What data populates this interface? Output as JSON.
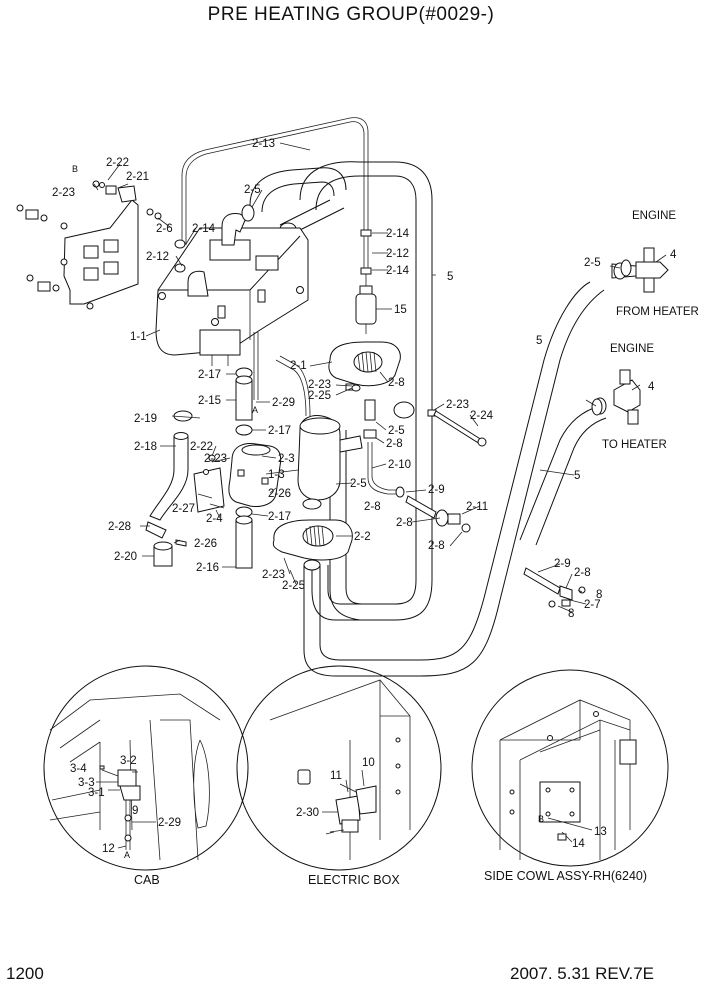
{
  "title": "PRE HEATING GROUP(#0029-)",
  "footer": {
    "page": "1200",
    "date": "2007. 5.31  REV.7E"
  },
  "captions": {
    "cab": "CAB",
    "electric_box": "ELECTRIC BOX",
    "side_cowl": "SIDE COWL ASSY-RH(6240)"
  },
  "text_labels": {
    "engine_top": "ENGINE",
    "from_heater": "FROM HEATER",
    "engine_bottom": "ENGINE",
    "to_heater": "TO HEATER"
  },
  "labels": {
    "p2_13": "2-13",
    "p2_22a": "2-22",
    "p2_21": "2-21",
    "pB1": "B",
    "p2_23a": "2-23",
    "p2_6": "2-6",
    "p2_14a": "2-14",
    "p2_12a": "2-12",
    "p2_5a": "2-5",
    "p2_14b": "2-14",
    "p2_12b": "2-12",
    "p2_14c": "2-14",
    "p5a": "5",
    "p15": "15",
    "p2_5b": "2-5",
    "p4a": "4",
    "p1_1": "1-1",
    "p2_1": "2-1",
    "p2_17a": "2-17",
    "p2_23b": "2-23",
    "p2_25a": "2-25",
    "p2_8a": "2-8",
    "p5b": "5",
    "p2_15": "2-15",
    "p2_29a": "2-29",
    "pA1": "A",
    "p2_19": "2-19",
    "p2_17b": "2-17",
    "p2_23c": "2-23",
    "p2_24": "2-24",
    "p2_5c": "2-5",
    "p2_8b": "2-8",
    "p2_18": "2-18",
    "p2_22b": "2-22",
    "p2_3": "2-3",
    "p2_23d": "2-23",
    "p1_3": "1-3",
    "p2_10": "2-10",
    "p2_5d": "2-5",
    "p4b": "4",
    "p2_26a": "2-26",
    "p2_9a": "2-9",
    "p5c": "5",
    "p2_8c": "2-8",
    "p2_27": "2-27",
    "p2_4": "2-4",
    "p2_17c": "2-17",
    "p2_11": "2-11",
    "p2_8d": "2-8",
    "p2_28": "2-28",
    "p2_2": "2-2",
    "p2_26b": "2-26",
    "p2_8e": "2-8",
    "p2_20": "2-20",
    "p2_16": "2-16",
    "p2_23e": "2-23",
    "p2_25b": "2-25",
    "p2_9b": "2-9",
    "p2_8f": "2-8",
    "p8a": "8",
    "p2_7": "2-7",
    "p8b": "8",
    "p3_2": "3-2",
    "p3_4": "3-4",
    "p3_3": "3-3",
    "p3_1": "3-1",
    "p9": "9",
    "p2_29b": "2-29",
    "p12": "12",
    "pA2": "A",
    "p10": "10",
    "p11": "11",
    "p2_30": "2-30",
    "pB2": "B",
    "p13": "13",
    "p14": "14"
  }
}
